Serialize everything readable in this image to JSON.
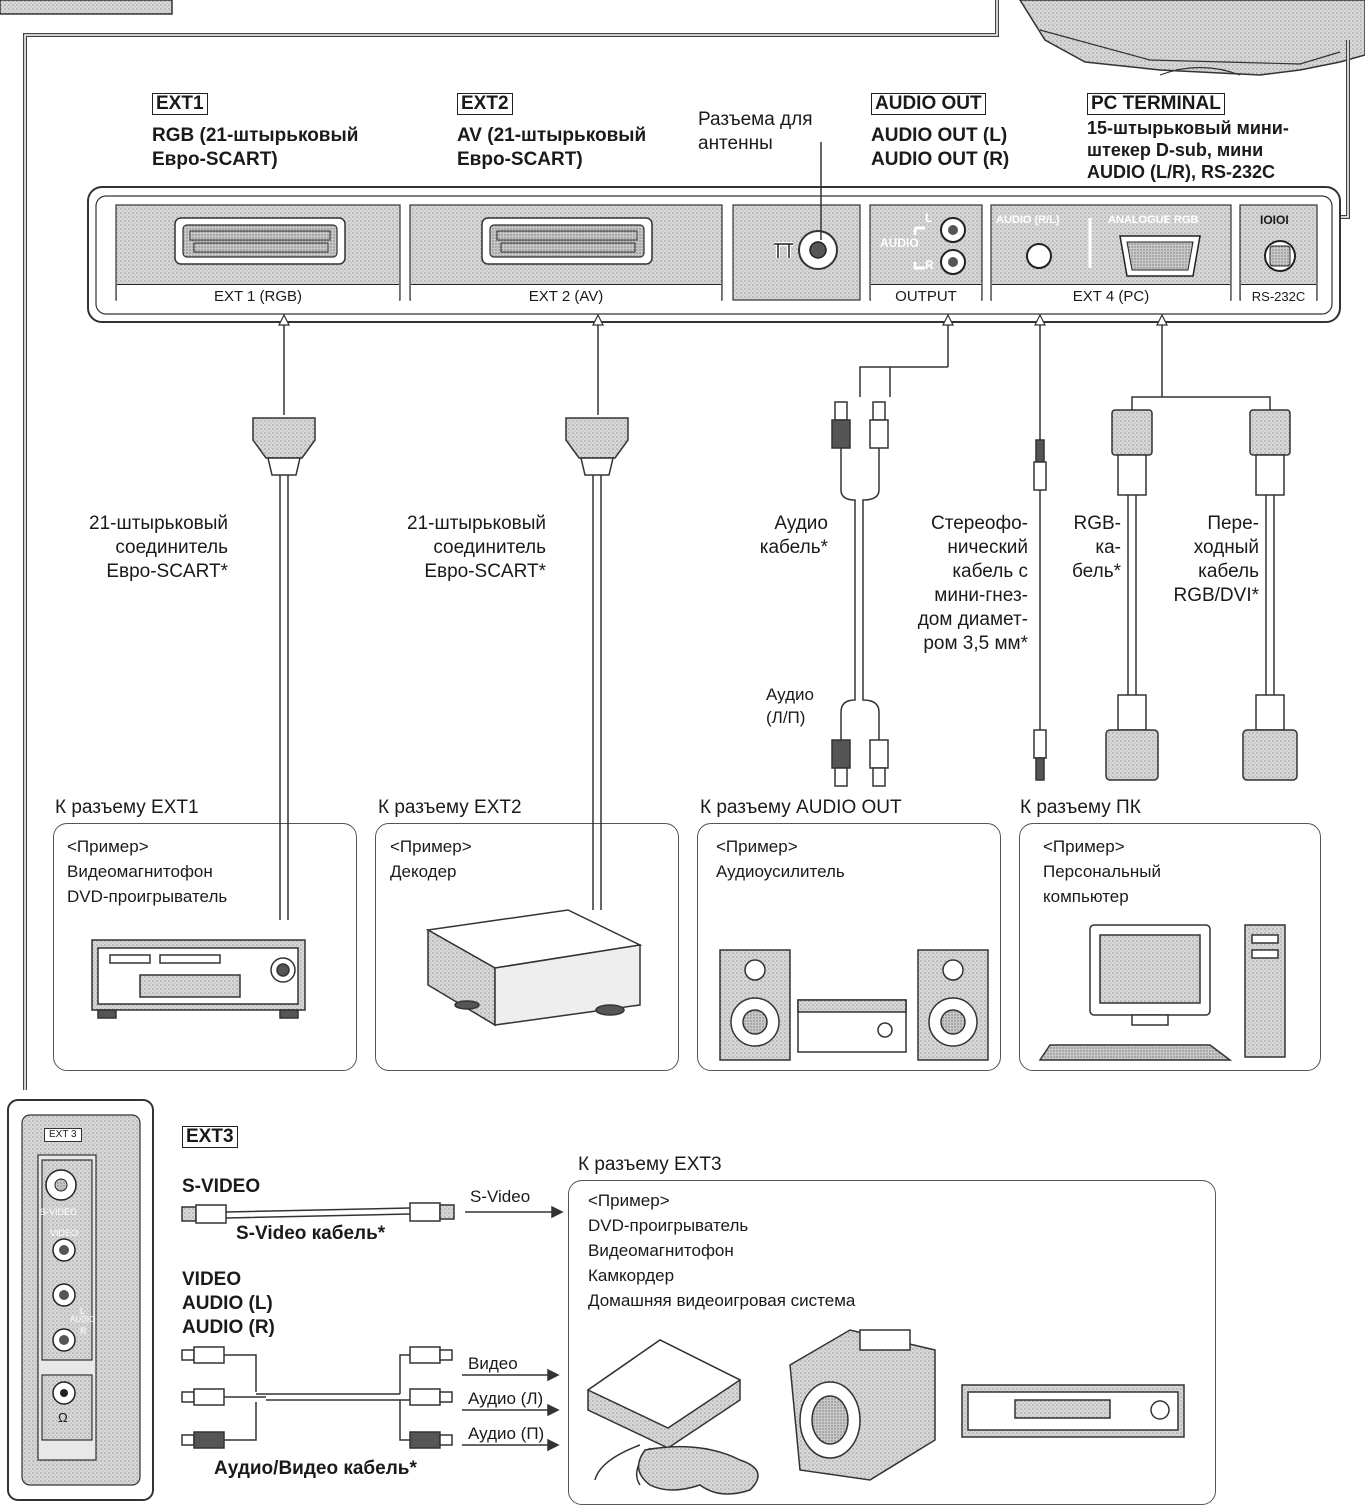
{
  "headers": {
    "ext1": {
      "tag": "EXT1",
      "desc": "RGB (21-штырьковый\nЕвро-SCART)"
    },
    "ext2": {
      "tag": "EXT2",
      "desc": "AV (21-штырьковый\nЕвро-SCART)"
    },
    "antenna": {
      "desc": "Разъема для\nантенны"
    },
    "audio_out": {
      "tag": "AUDIO OUT",
      "desc": "AUDIO OUT (L)\nAUDIO OUT (R)"
    },
    "pc_terminal": {
      "tag": "PC TERMINAL",
      "desc": "15-штырьковый мини-\nштекер D-sub, мини\nAUDIO (L/R), RS-232C"
    }
  },
  "rear_panel": {
    "ext1_label": "EXT 1  (RGB)",
    "ext2_label": "EXT 2  (AV)",
    "output_label": "OUTPUT",
    "audio_small": "AUDIO",
    "l_small": "L",
    "r_small": "R",
    "ext4_label": "EXT 4  (PC)",
    "audio_rl_small": "AUDIO (R/L)",
    "analogue_rgb_small": "ANALOGUE RGB",
    "rs232_label": "RS-232C",
    "rs232_icon_text": "IOIOI"
  },
  "cables": {
    "scart1": "21-штырьковый\nсоединитель\nЕвро-SCART*",
    "scart2": "21-штырьковый\nсоединитель\nЕвро-SCART*",
    "audio_cable": "Аудио\nкабель*",
    "stereo_cable": "Стереофо-\nнический\nкабель с\nмини-гнез-\nдом диамет-\nром 3,5 мм*",
    "rgb_cable": "RGB-\nка-\nбель*",
    "rgb_dvi": "Пере-\nходный\nкабель\nRGB/DVI*",
    "audio_lp": "Аудио\n(Л/П)"
  },
  "destinations": {
    "ext1": {
      "title": "К разъему EXT1",
      "body": "<Пример>\nВидеомагнитофон\nDVD-проигрыватель"
    },
    "ext2": {
      "title": "К разъему EXT2",
      "body": "<Пример>\nДекодер"
    },
    "audio_out": {
      "title": "К разъему AUDIO OUT",
      "body": "<Пример>\nАудиоусилитель"
    },
    "pc": {
      "title": "К разъему ПК",
      "body": "<Пример>\nПерсональный\nкомпьютер"
    }
  },
  "ext3": {
    "tag": "EXT3",
    "side_label": "EXT 3",
    "side_svideo": "S-VIDEO",
    "side_video": "VIDEO",
    "side_audio": "AUDIO",
    "side_l": "L",
    "side_r": "R",
    "side_phones": "Ω",
    "svideo_title": "S-VIDEO",
    "svideo_cable": "S-Video кабель*",
    "svideo_arrow": "S-Video",
    "av_title": "VIDEO\nAUDIO (L)\nAUDIO (R)",
    "av_cable": "Аудио/Видео кабель*",
    "arrow_video": "Видео",
    "arrow_audio_l": "Аудио (Л)",
    "arrow_audio_r": "Аудио (П)",
    "dest_title": "К разъему EXT3",
    "dest_body": "<Пример>\nDVD-проигрыватель\nВидеомагнитофон\nКамкордер\nДомашняя видеоигровая система"
  }
}
